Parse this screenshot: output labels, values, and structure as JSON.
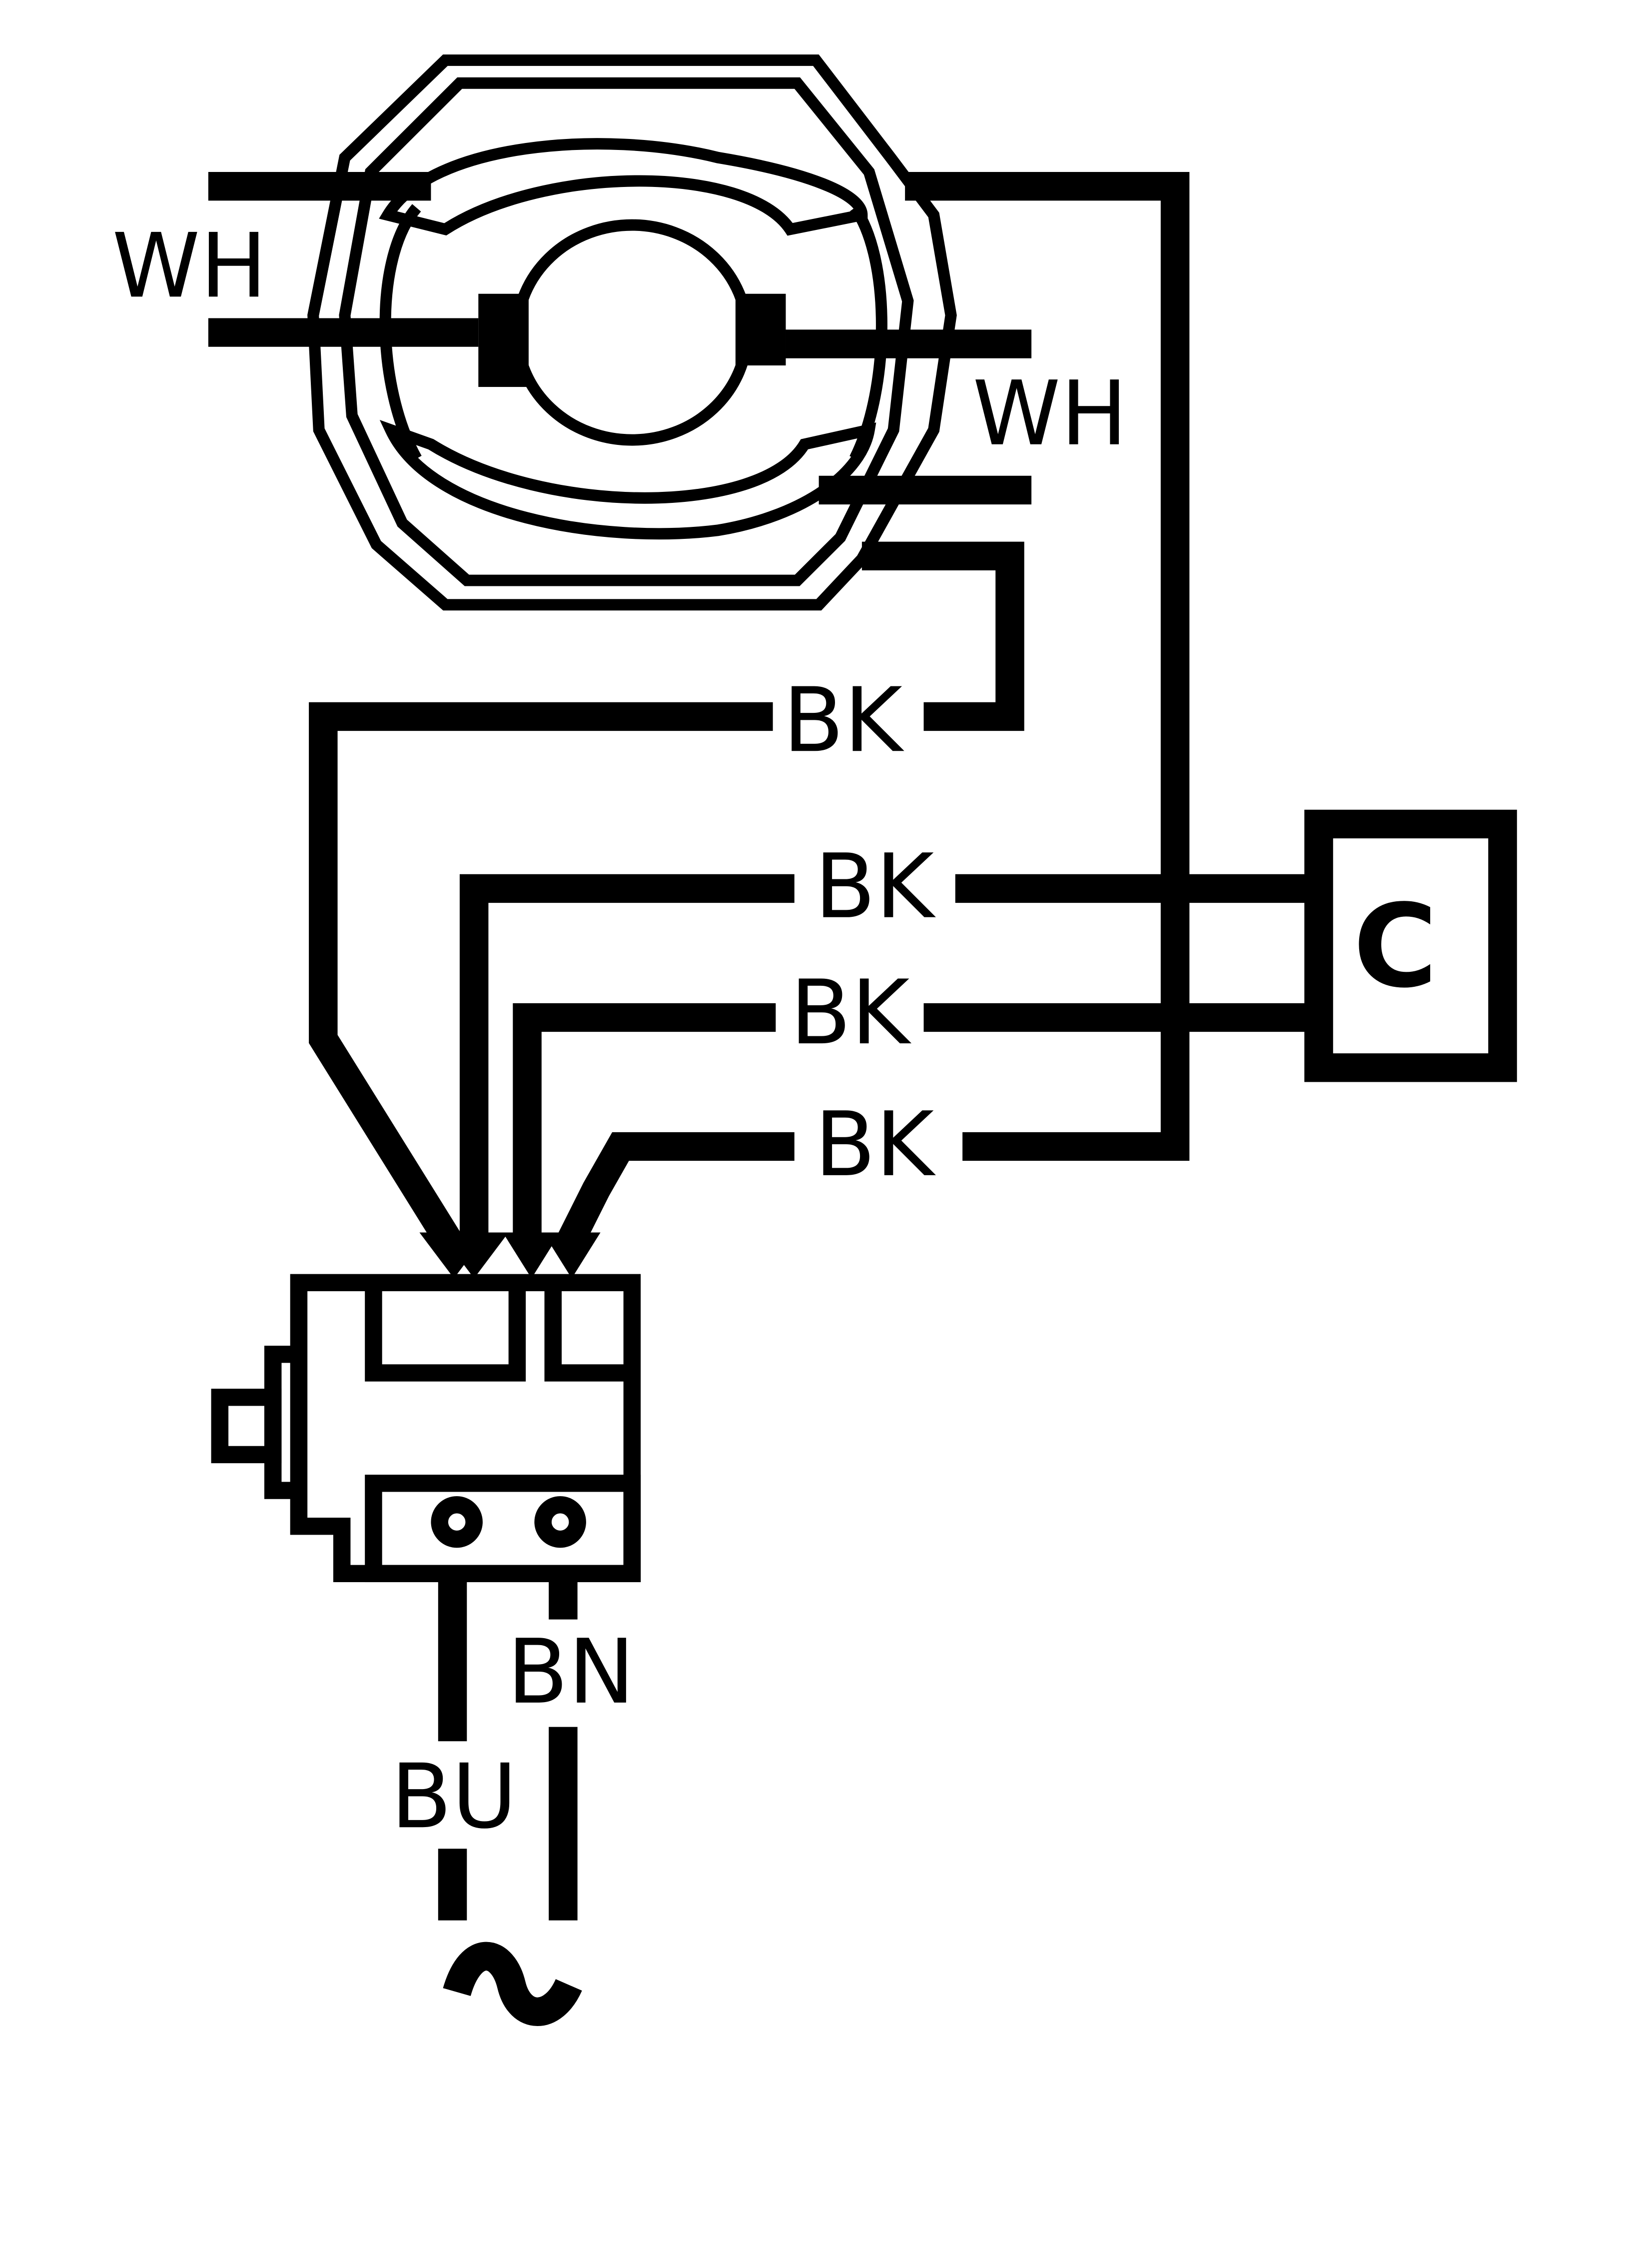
{
  "diagram": {
    "wire_labels": {
      "motor_white_left": "WH",
      "motor_white_right": "WH",
      "black_top": "BK",
      "black_2": "BK",
      "black_3": "BK",
      "black_4": "BK",
      "brown": "BN",
      "blue": "BU"
    },
    "capacitor_label": "C",
    "ac_symbol": "~"
  },
  "colors": {
    "line": "#000000",
    "background": "#ffffff"
  }
}
